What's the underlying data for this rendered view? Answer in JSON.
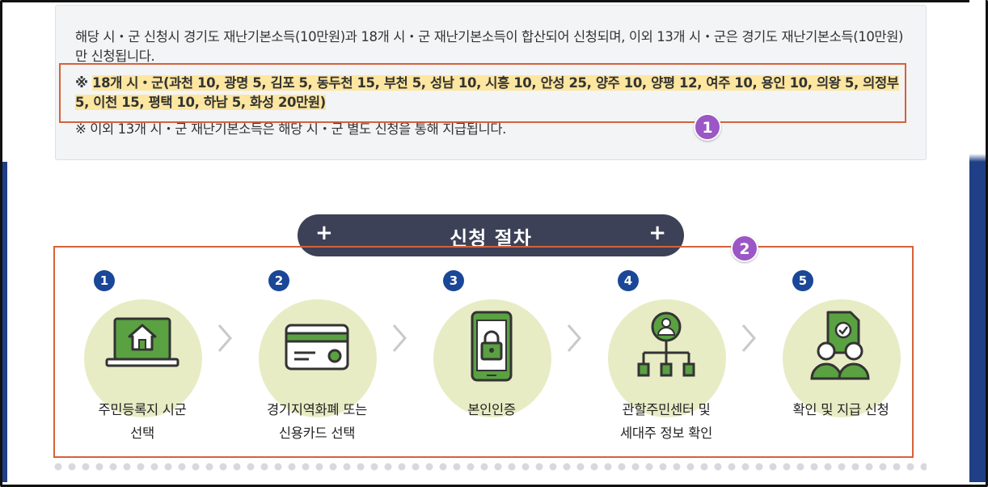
{
  "notice": {
    "line1": "해당 시・군 신청시 경기도 재난기본소득(10만원)과 18개 시・군 재난기본소득이 합산되어 신청되며, 이외 13개 시・군은 경기도 재난기본소득(10만원)만 신청됩니다.",
    "line2_prefix": "※ ",
    "line2_highlight": "18개 시・군(과천 10, 광명 5, 김포 5, 동두천 15, 부천 5, 성남 10, 시흥 10, 안성 25, 양주 10, 양평 12, 여주 10, 용인 10, 의왕 5, 의정부 5, 이천 15, 평택 10, 하남 5, 화성 20만원)",
    "line3": "※ 이외 13개 시・군 재난기본소득은 해당 시・군 별도 신청을 통해 지급됩니다."
  },
  "annotations": {
    "badge1": "1",
    "badge2": "2"
  },
  "procedure": {
    "title": "신청 절차",
    "plus": "+",
    "steps": [
      {
        "num": "1",
        "label_line1": "주민등록지 시군",
        "label_line2": "선택",
        "icon": "laptop-home-icon"
      },
      {
        "num": "2",
        "label_line1": "경기지역화폐 또는",
        "label_line2": "신용카드 선택",
        "icon": "credit-card-icon"
      },
      {
        "num": "3",
        "label_line1": "본인인증",
        "label_line2": "",
        "icon": "phone-lock-icon"
      },
      {
        "num": "4",
        "label_line1": "관할주민센터 및",
        "label_line2": "세대주 정보 확인",
        "icon": "org-chart-icon"
      },
      {
        "num": "5",
        "label_line1": "확인 및 지급 신청",
        "label_line2": "",
        "icon": "family-document-icon"
      }
    ]
  },
  "colors": {
    "callout": "#d5613b",
    "badge": "#9b57c5",
    "step_number": "#1a4797",
    "circle_bg": "#e8ecc4",
    "icon_green": "#5aa142",
    "bar_bg": "#3c4157",
    "highlight": "#fde6a0"
  }
}
